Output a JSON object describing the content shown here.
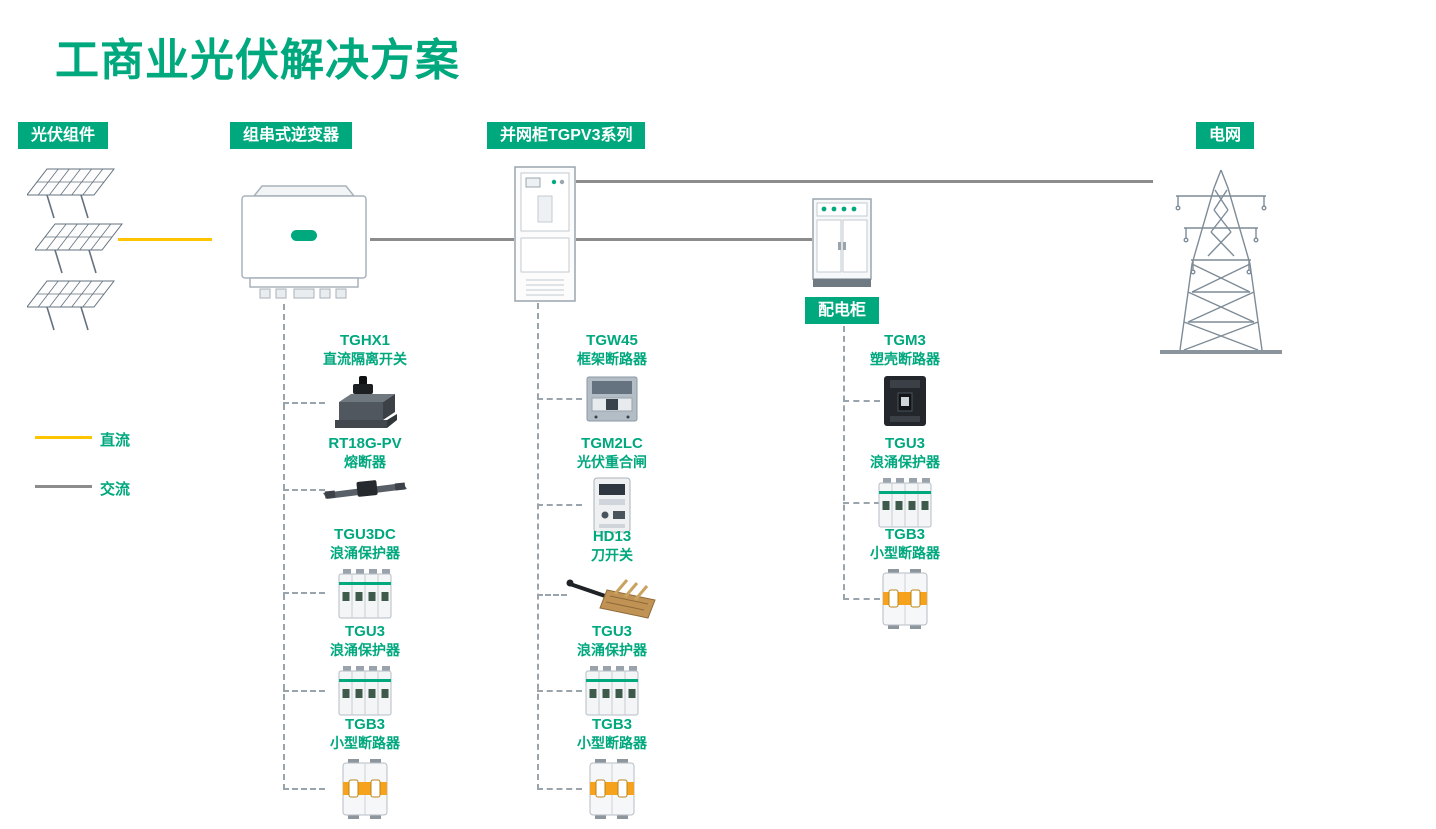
{
  "title": "工商业光伏解决方案",
  "labels": {
    "pv_modules": "光伏组件",
    "string_inverter": "组串式逆变器",
    "grid_cabinet": "并网柜TGPV3系列",
    "power_grid": "电网",
    "distribution_cabinet": "配电柜"
  },
  "legend": {
    "dc": {
      "label": "直流",
      "color": "#FFC400"
    },
    "ac": {
      "label": "交流",
      "color": "#8C8C8C"
    }
  },
  "colors": {
    "brand_green": "#00A87E",
    "dc_yellow": "#FFC400",
    "ac_gray": "#8C8C8C"
  },
  "columns": [
    {
      "name": "inverter-chain",
      "items": [
        {
          "model": "TGHX1",
          "desc": "直流隔离开关",
          "icon": "dc-isolator-icon"
        },
        {
          "model": "RT18G-PV",
          "desc": "熔断器",
          "icon": "fuse-icon"
        },
        {
          "model": "TGU3DC",
          "desc": "浪涌保护器",
          "icon": "surge-protector-icon"
        },
        {
          "model": "TGU3",
          "desc": "浪涌保护器",
          "icon": "surge-protector-icon"
        },
        {
          "model": "TGB3",
          "desc": "小型断路器",
          "icon": "mini-breaker-icon"
        }
      ]
    },
    {
      "name": "grid-cabinet-chain",
      "items": [
        {
          "model": "TGW45",
          "desc": "框架断路器",
          "icon": "frame-breaker-icon"
        },
        {
          "model": "TGM2LC",
          "desc": "光伏重合闸",
          "icon": "recloser-icon"
        },
        {
          "model": "HD13",
          "desc": "刀开关",
          "icon": "knife-switch-icon"
        },
        {
          "model": "TGU3",
          "desc": "浪涌保护器",
          "icon": "surge-protector-icon"
        },
        {
          "model": "TGB3",
          "desc": "小型断路器",
          "icon": "mini-breaker-icon"
        }
      ]
    },
    {
      "name": "distribution-chain",
      "items": [
        {
          "model": "TGM3",
          "desc": "塑壳断路器",
          "icon": "mccb-icon"
        },
        {
          "model": "TGU3",
          "desc": "浪涌保护器",
          "icon": "surge-protector-icon"
        },
        {
          "model": "TGB3",
          "desc": "小型断路器",
          "icon": "mini-breaker-icon"
        }
      ]
    }
  ]
}
